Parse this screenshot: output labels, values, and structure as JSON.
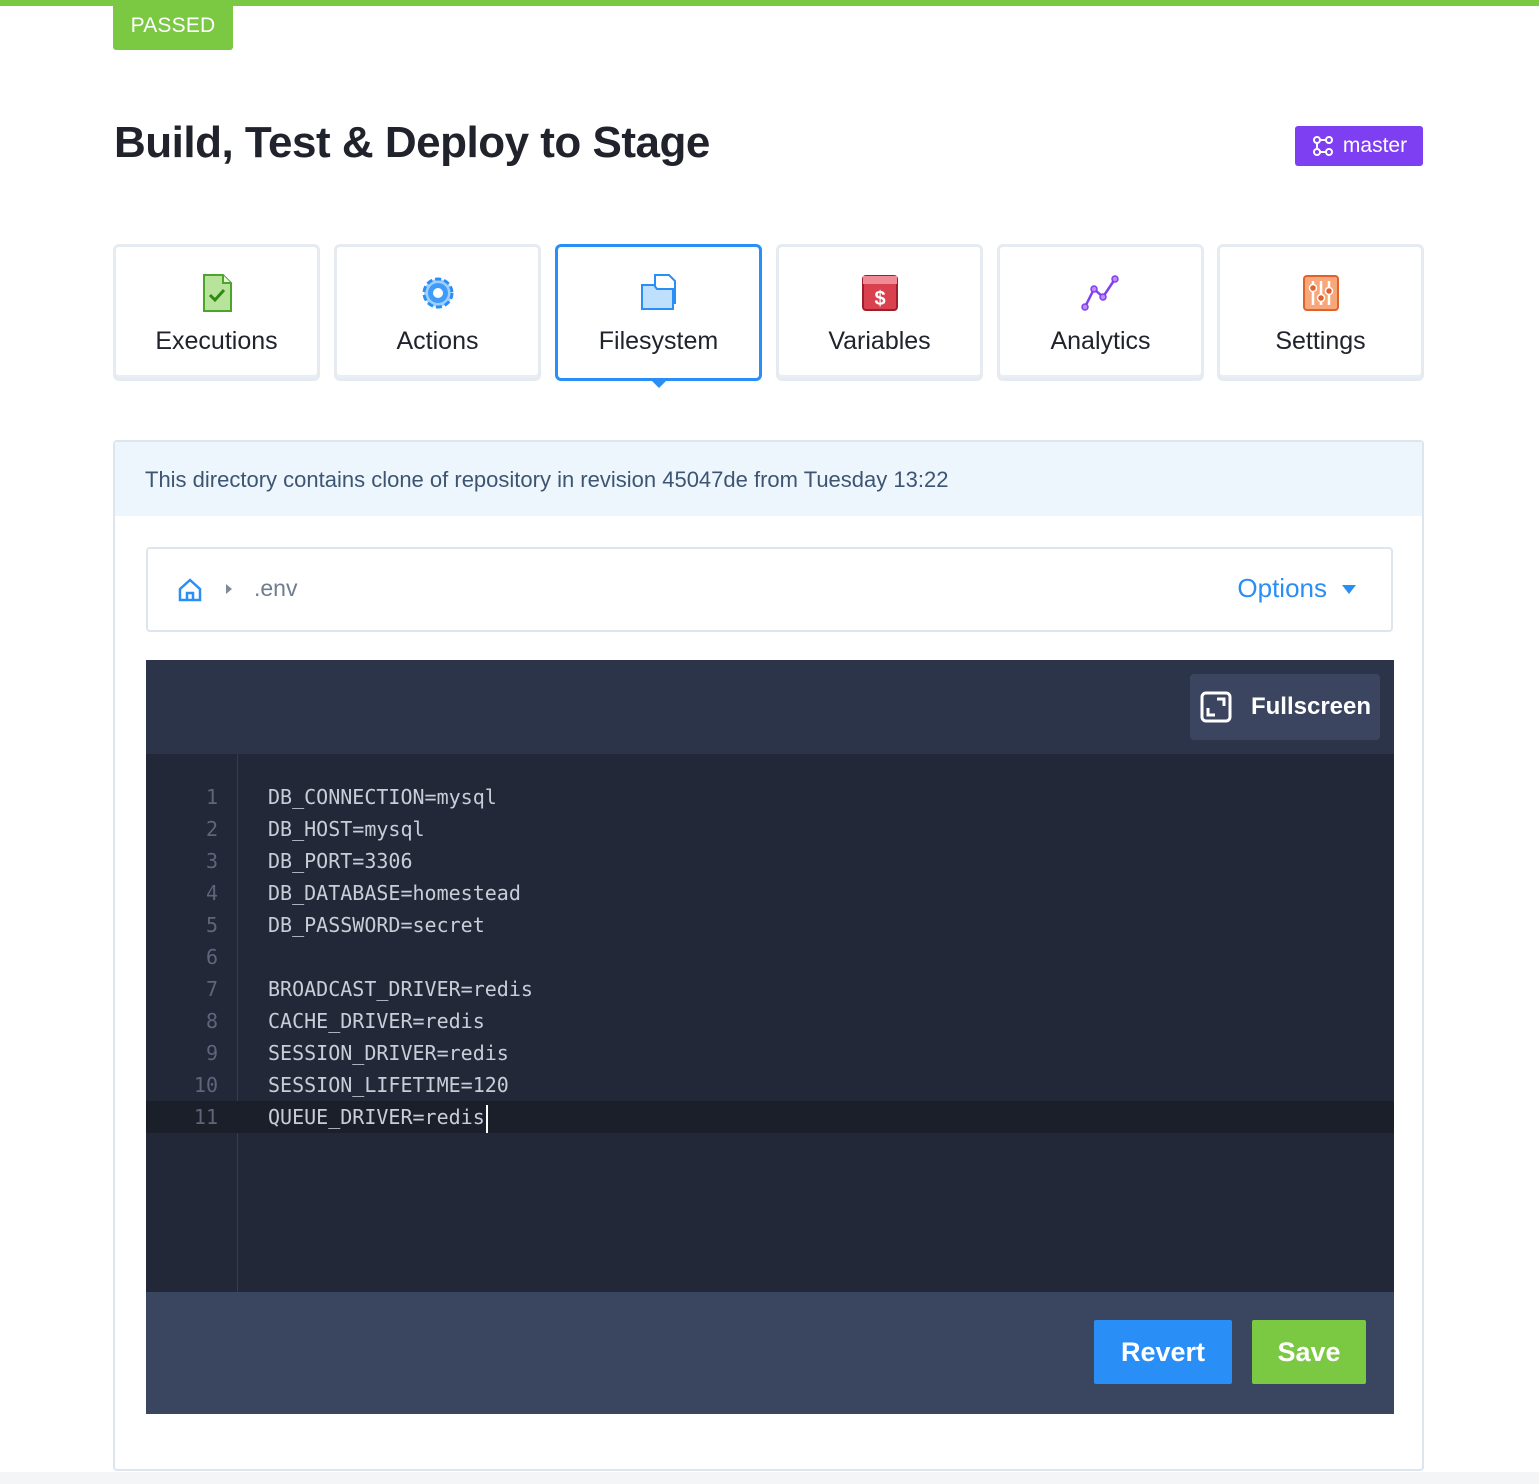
{
  "status": {
    "label": "PASSED",
    "color": "#7bc843"
  },
  "page": {
    "title": "Build, Test & Deploy to Stage"
  },
  "branch": {
    "icon": "branch-icon",
    "name": "master",
    "color": "#7e3ff2"
  },
  "tabs": [
    {
      "label": "Executions",
      "icon": "document-check-icon",
      "active": false
    },
    {
      "label": "Actions",
      "icon": "gear-icon",
      "active": false
    },
    {
      "label": "Filesystem",
      "icon": "folder-icon",
      "active": true
    },
    {
      "label": "Variables",
      "icon": "dollar-icon",
      "active": false
    },
    {
      "label": "Analytics",
      "icon": "line-chart-icon",
      "active": false
    },
    {
      "label": "Settings",
      "icon": "sliders-icon",
      "active": false
    }
  ],
  "info": {
    "text": "This directory contains clone of repository in revision 45047de from Tuesday 13:22"
  },
  "breadcrumb": {
    "home_icon": "home-icon",
    "separator_icon": "caret-right-icon",
    "file": ".env"
  },
  "options": {
    "label": "Options",
    "icon": "caret-down-icon"
  },
  "editor": {
    "fullscreen_label": "Fullscreen",
    "fullscreen_icon": "expand-icon",
    "current_line": 11,
    "lines": [
      {
        "num": "1",
        "text": "DB_CONNECTION=mysql"
      },
      {
        "num": "2",
        "text": "DB_HOST=mysql"
      },
      {
        "num": "3",
        "text": "DB_PORT=3306"
      },
      {
        "num": "4",
        "text": "DB_DATABASE=homestead"
      },
      {
        "num": "5",
        "text": "DB_PASSWORD=secret"
      },
      {
        "num": "6",
        "text": ""
      },
      {
        "num": "7",
        "text": "BROADCAST_DRIVER=redis"
      },
      {
        "num": "8",
        "text": "CACHE_DRIVER=redis"
      },
      {
        "num": "9",
        "text": "SESSION_DRIVER=redis"
      },
      {
        "num": "10",
        "text": "SESSION_LIFETIME=120"
      },
      {
        "num": "11",
        "text": "QUEUE_DRIVER=redis"
      }
    ]
  },
  "actions": {
    "revert_label": "Revert",
    "save_label": "Save"
  },
  "colors": {
    "accent": "#2a8ef7",
    "success": "#7bc843",
    "editor_bg": "#222838"
  }
}
